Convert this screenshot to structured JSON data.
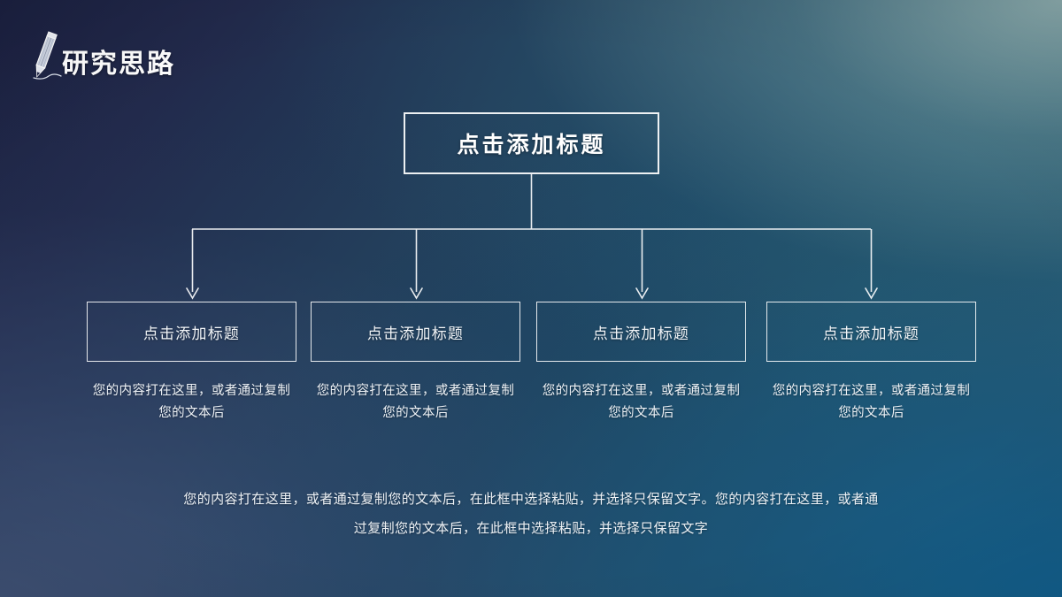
{
  "slide": {
    "title": "研究思路",
    "title_icon": "pencil-icon",
    "background": {
      "top_left": "#1d2240",
      "top_right": "#5b7882",
      "bottom_left": "#3a4c6e",
      "bottom_right": "#1b5680",
      "center": "#1f4a66"
    },
    "line_color": "#ffffff"
  },
  "diagram": {
    "type": "org-chart",
    "root": {
      "label": "点击添加标题"
    },
    "children": [
      {
        "label": "点击添加标题",
        "description": "您的内容打在这里，或者通过复制您的文本后"
      },
      {
        "label": "点击添加标题",
        "description": "您的内容打在这里，或者通过复制您的文本后"
      },
      {
        "label": "点击添加标题",
        "description": "您的内容打在这里，或者通过复制您的文本后"
      },
      {
        "label": "点击添加标题",
        "description": "您的内容打在这里，或者通过复制您的文本后"
      }
    ]
  },
  "footer": {
    "note": "您的内容打在这里，或者通过复制您的文本后，在此框中选择粘贴，并选择只保留文字。您的内容打在这里，或者通过复制您的文本后，在此框中选择粘贴，并选择只保留文字"
  }
}
